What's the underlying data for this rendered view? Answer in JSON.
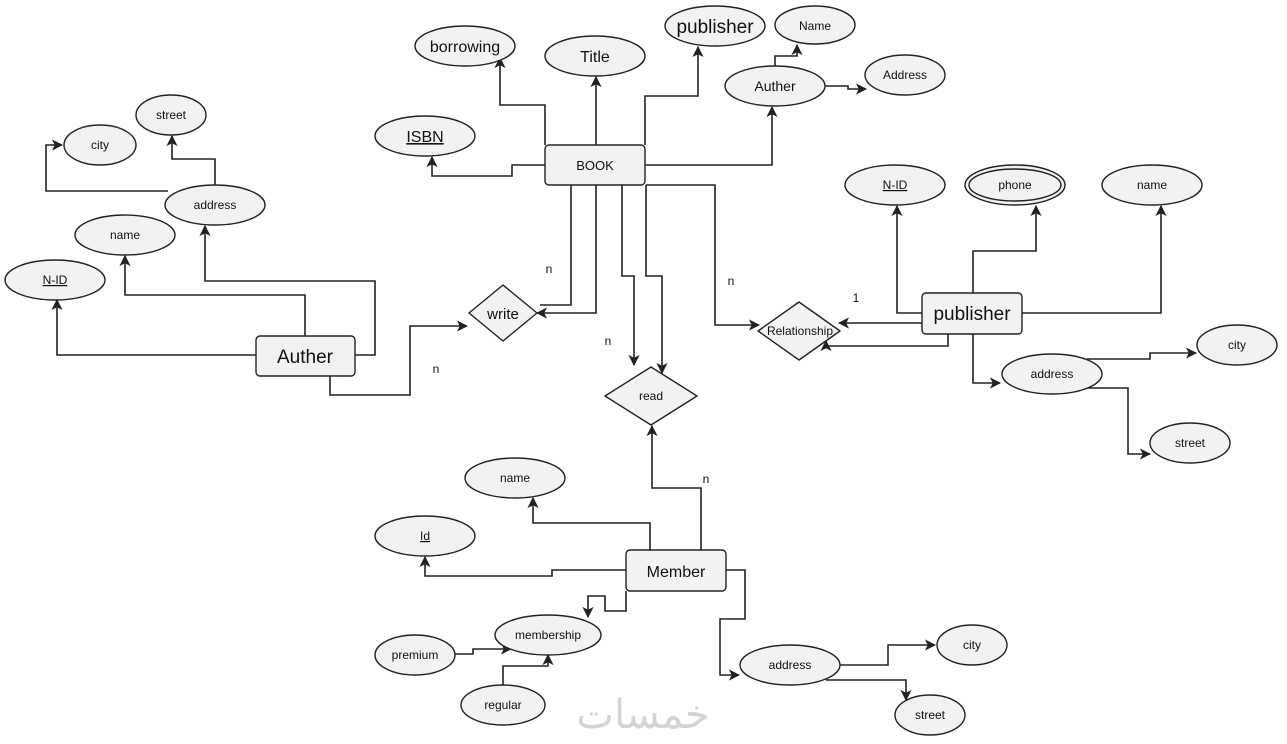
{
  "entities": {
    "book": "BOOK",
    "author": "Auther",
    "publisher": "publisher",
    "member": "Member"
  },
  "relationships": {
    "write": "write",
    "read": "read",
    "relationship": "Relationship"
  },
  "book_attributes": {
    "borrowing": "borrowing",
    "title": "Title",
    "publisher": "publisher",
    "isbn": "ISBN",
    "author": "Auther",
    "author_name": "Name",
    "author_address": "Address"
  },
  "author_attributes": {
    "street": "street",
    "city": "city",
    "address": "address",
    "name": "name",
    "nid": "N-ID"
  },
  "publisher_attributes": {
    "nid": "N-ID",
    "phone": "phone",
    "name": "name",
    "address": "address",
    "city": "city",
    "street": "street"
  },
  "member_attributes": {
    "name": "name",
    "id": "Id",
    "membership": "membership",
    "premium": "premium",
    "regular": "regular",
    "address": "address",
    "city": "city",
    "street": "street"
  },
  "cardinalities": {
    "book_write": "n",
    "author_write": "n",
    "book_read": "n",
    "member_read": "n",
    "book_relationship": "n",
    "publisher_relationship": "1"
  },
  "watermark": "خمسات"
}
